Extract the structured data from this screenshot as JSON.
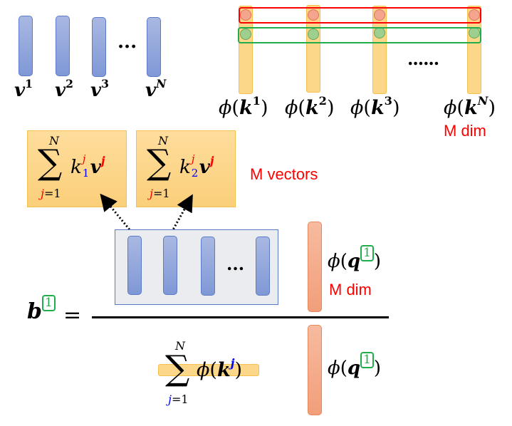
{
  "values": {
    "items": [
      {
        "symbol": "v",
        "superscript": "1"
      },
      {
        "symbol": "v",
        "superscript": "2"
      },
      {
        "symbol": "v",
        "superscript": "3"
      },
      {
        "symbol": "v",
        "superscript": "N"
      }
    ],
    "ellipsis": "..."
  },
  "keys": {
    "items": [
      {
        "func": "ϕ",
        "symbol": "k",
        "superscript": "1"
      },
      {
        "func": "ϕ",
        "symbol": "k",
        "superscript": "2"
      },
      {
        "func": "ϕ",
        "symbol": "k",
        "superscript": "3"
      },
      {
        "func": "ϕ",
        "symbol": "k",
        "superscript": "N"
      }
    ],
    "ellipsis": "......",
    "dim_label": "M dim",
    "row_colors": {
      "first": "#ff0000",
      "second": "#1fae4b"
    }
  },
  "weighted_sums": {
    "items": [
      {
        "sigma": "∑",
        "upper": "N",
        "lower_var": "j",
        "lower_rest": "=1",
        "k": "k",
        "k_sup": "j",
        "k_sub": "1",
        "v": "v",
        "v_sup": "j"
      },
      {
        "sigma": "∑",
        "upper": "N",
        "lower_var": "j",
        "lower_rest": "=1",
        "k": "k",
        "k_sup": "j",
        "k_sub": "2",
        "v": "v",
        "v_sup": "j"
      }
    ],
    "label": "M vectors"
  },
  "equation": {
    "lhs_symbol": "b",
    "lhs_index": "1",
    "equals": "=",
    "numerator": {
      "ellipsis": "...",
      "query_func": "ϕ",
      "query_symbol": "q",
      "query_index": "1",
      "dim_label": "M dim"
    },
    "denominator": {
      "sigma": "∑",
      "upper": "N",
      "lower_var": "j",
      "lower_rest": "=1",
      "func": "ϕ",
      "symbol": "k",
      "sup": "j",
      "query_func": "ϕ",
      "query_symbol": "q",
      "query_index": "1"
    }
  },
  "colors": {
    "value_bar": "#7f98d6",
    "key_bar": "#fdd789",
    "query_bar": "#f29e7a",
    "highlight_box": "#1fae4b",
    "label_red": "#ff0000",
    "index_blue": "#0000ff"
  }
}
